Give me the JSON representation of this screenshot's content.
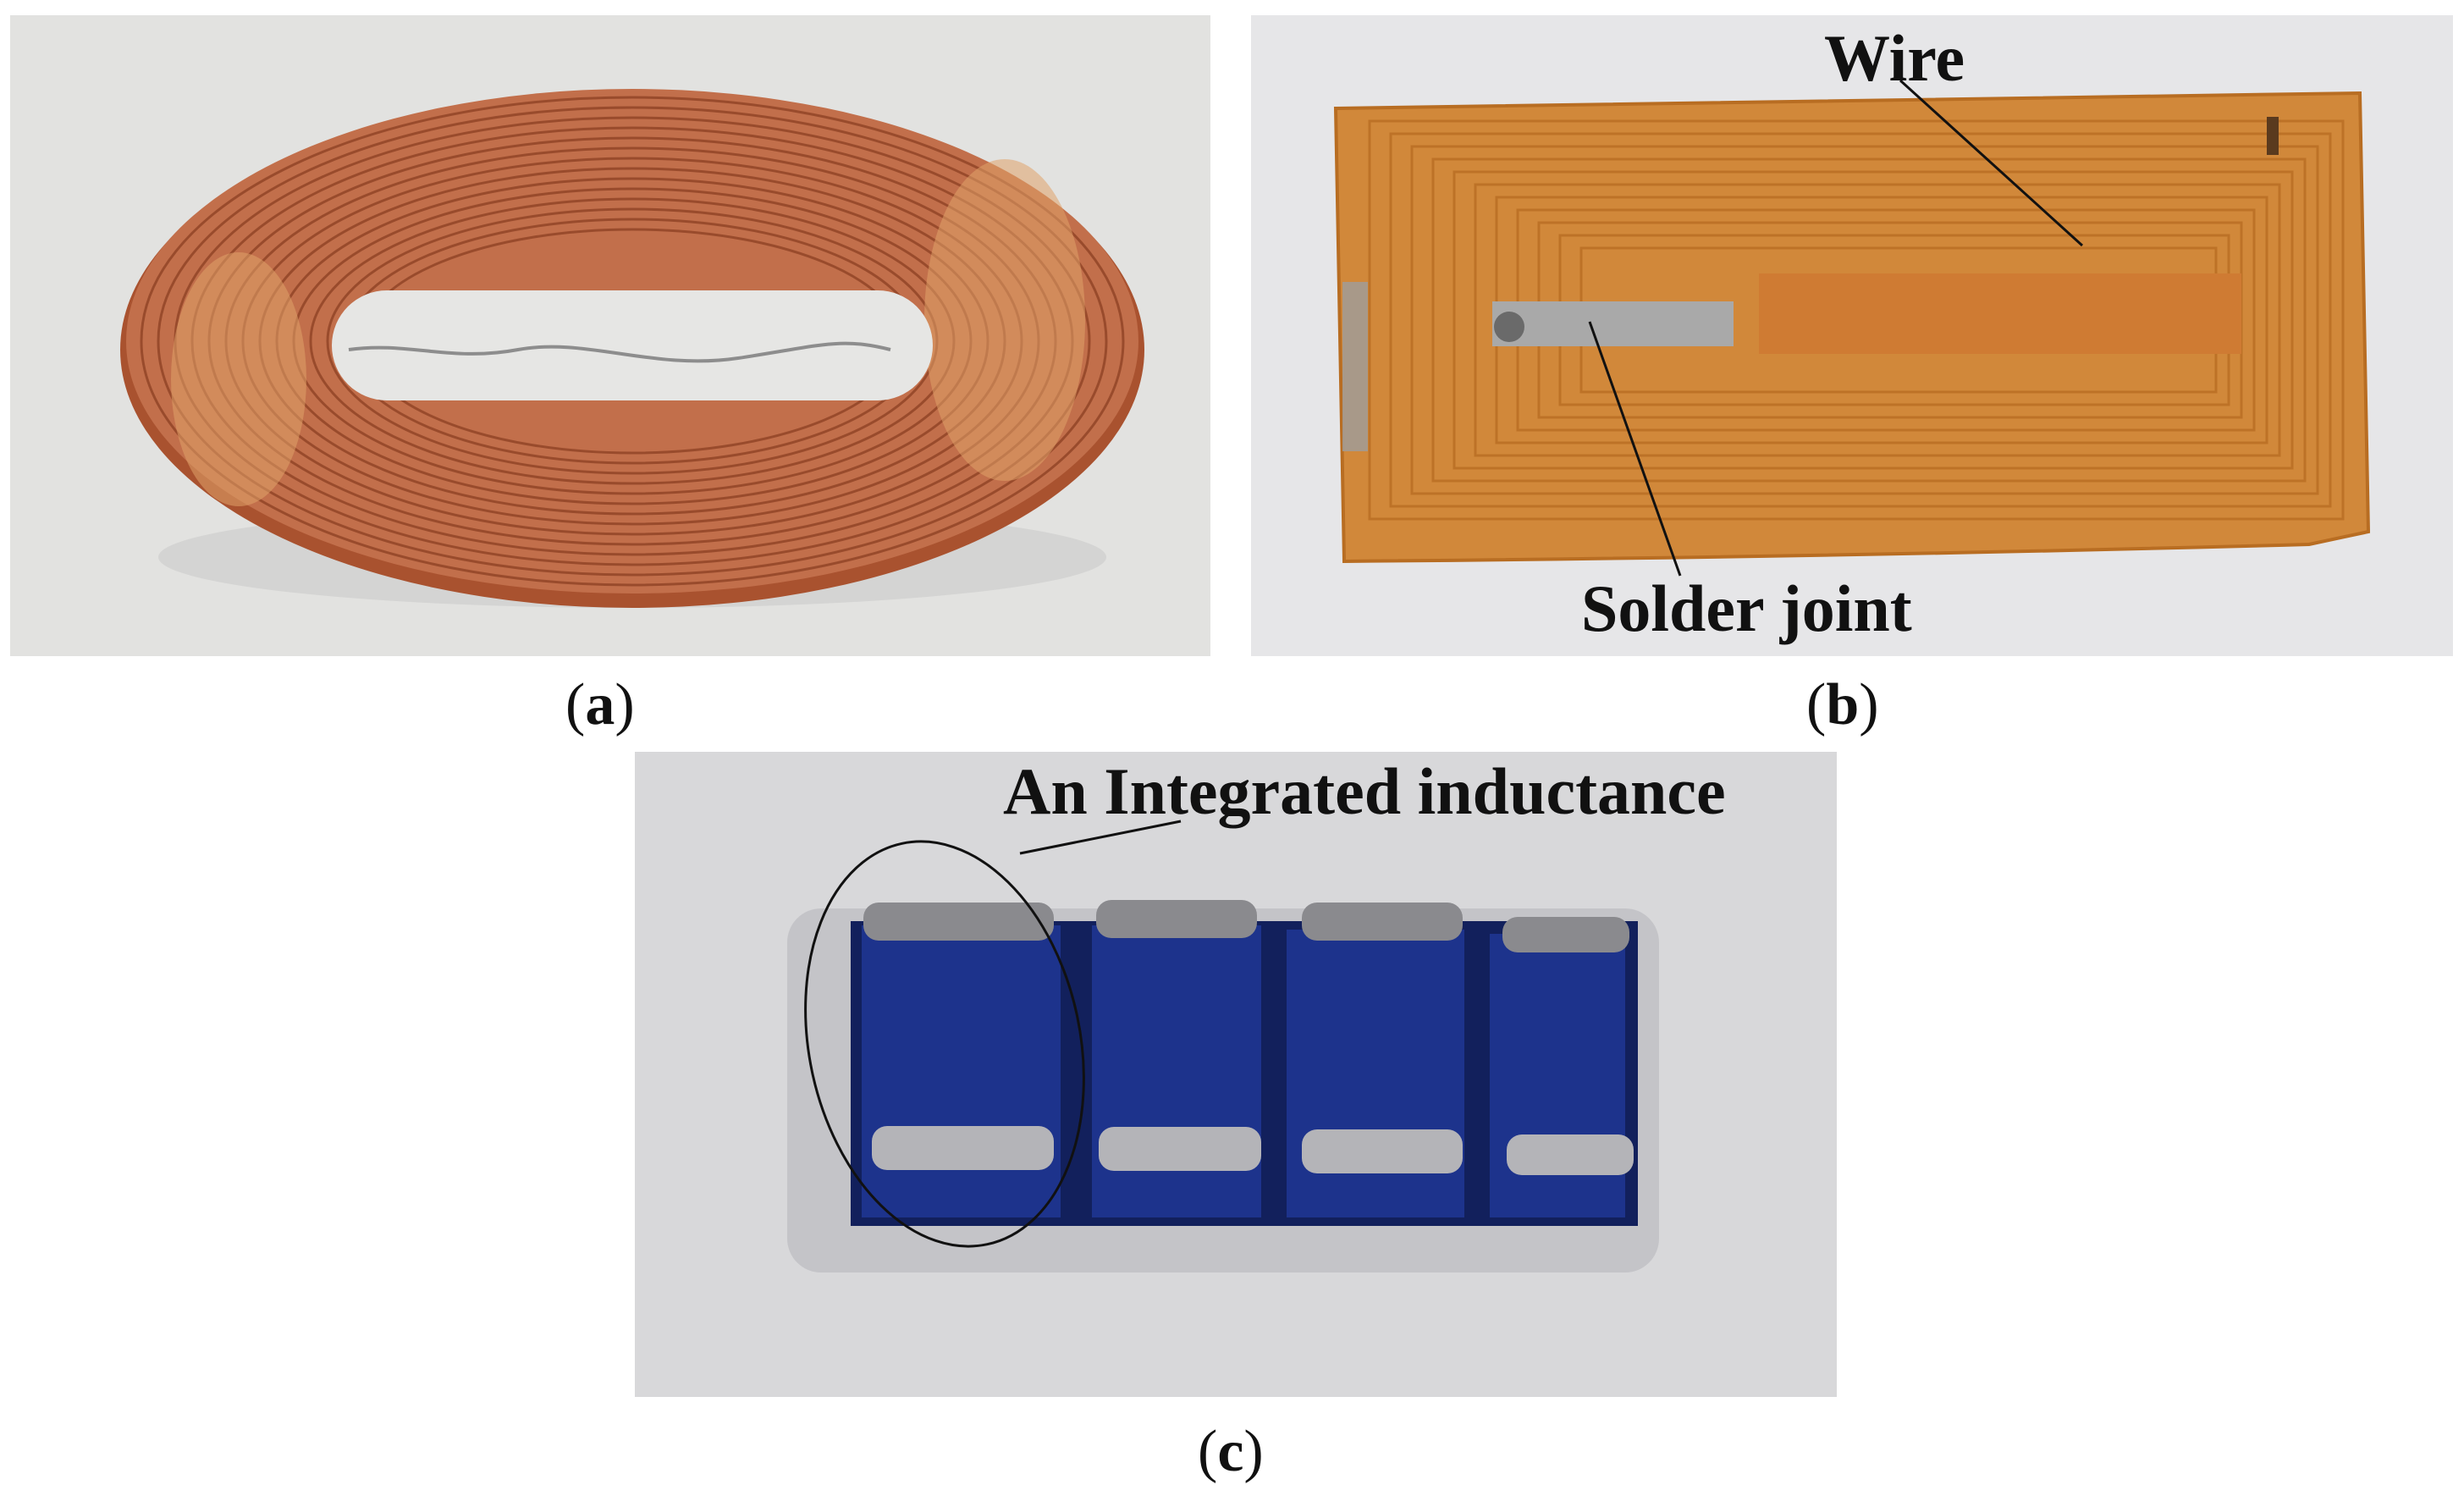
{
  "figure": {
    "panels": [
      {
        "id": "a",
        "caption_open": "(",
        "caption_letter": "a",
        "caption_close": ")",
        "content": "copper-coil-photo",
        "background_color": "#e3e3e3",
        "subject_color": "#b8643f"
      },
      {
        "id": "b",
        "caption_open": "(",
        "caption_letter": "b",
        "caption_close": ")",
        "content": "flexible-pcb-coil-photo",
        "background_color": "#e4e4e6",
        "subject_color": "#d98a2e"
      },
      {
        "id": "c",
        "caption_open": "(",
        "caption_letter": "c",
        "caption_close": ")",
        "content": "integrated-inductors-photo",
        "background_color": "#d9d9db",
        "subject_color": "#1a2a6b"
      }
    ],
    "callouts": {
      "wire": "Wire",
      "solder_joint": "Solder joint",
      "integrated_inductance": "An Integrated inductance"
    }
  }
}
